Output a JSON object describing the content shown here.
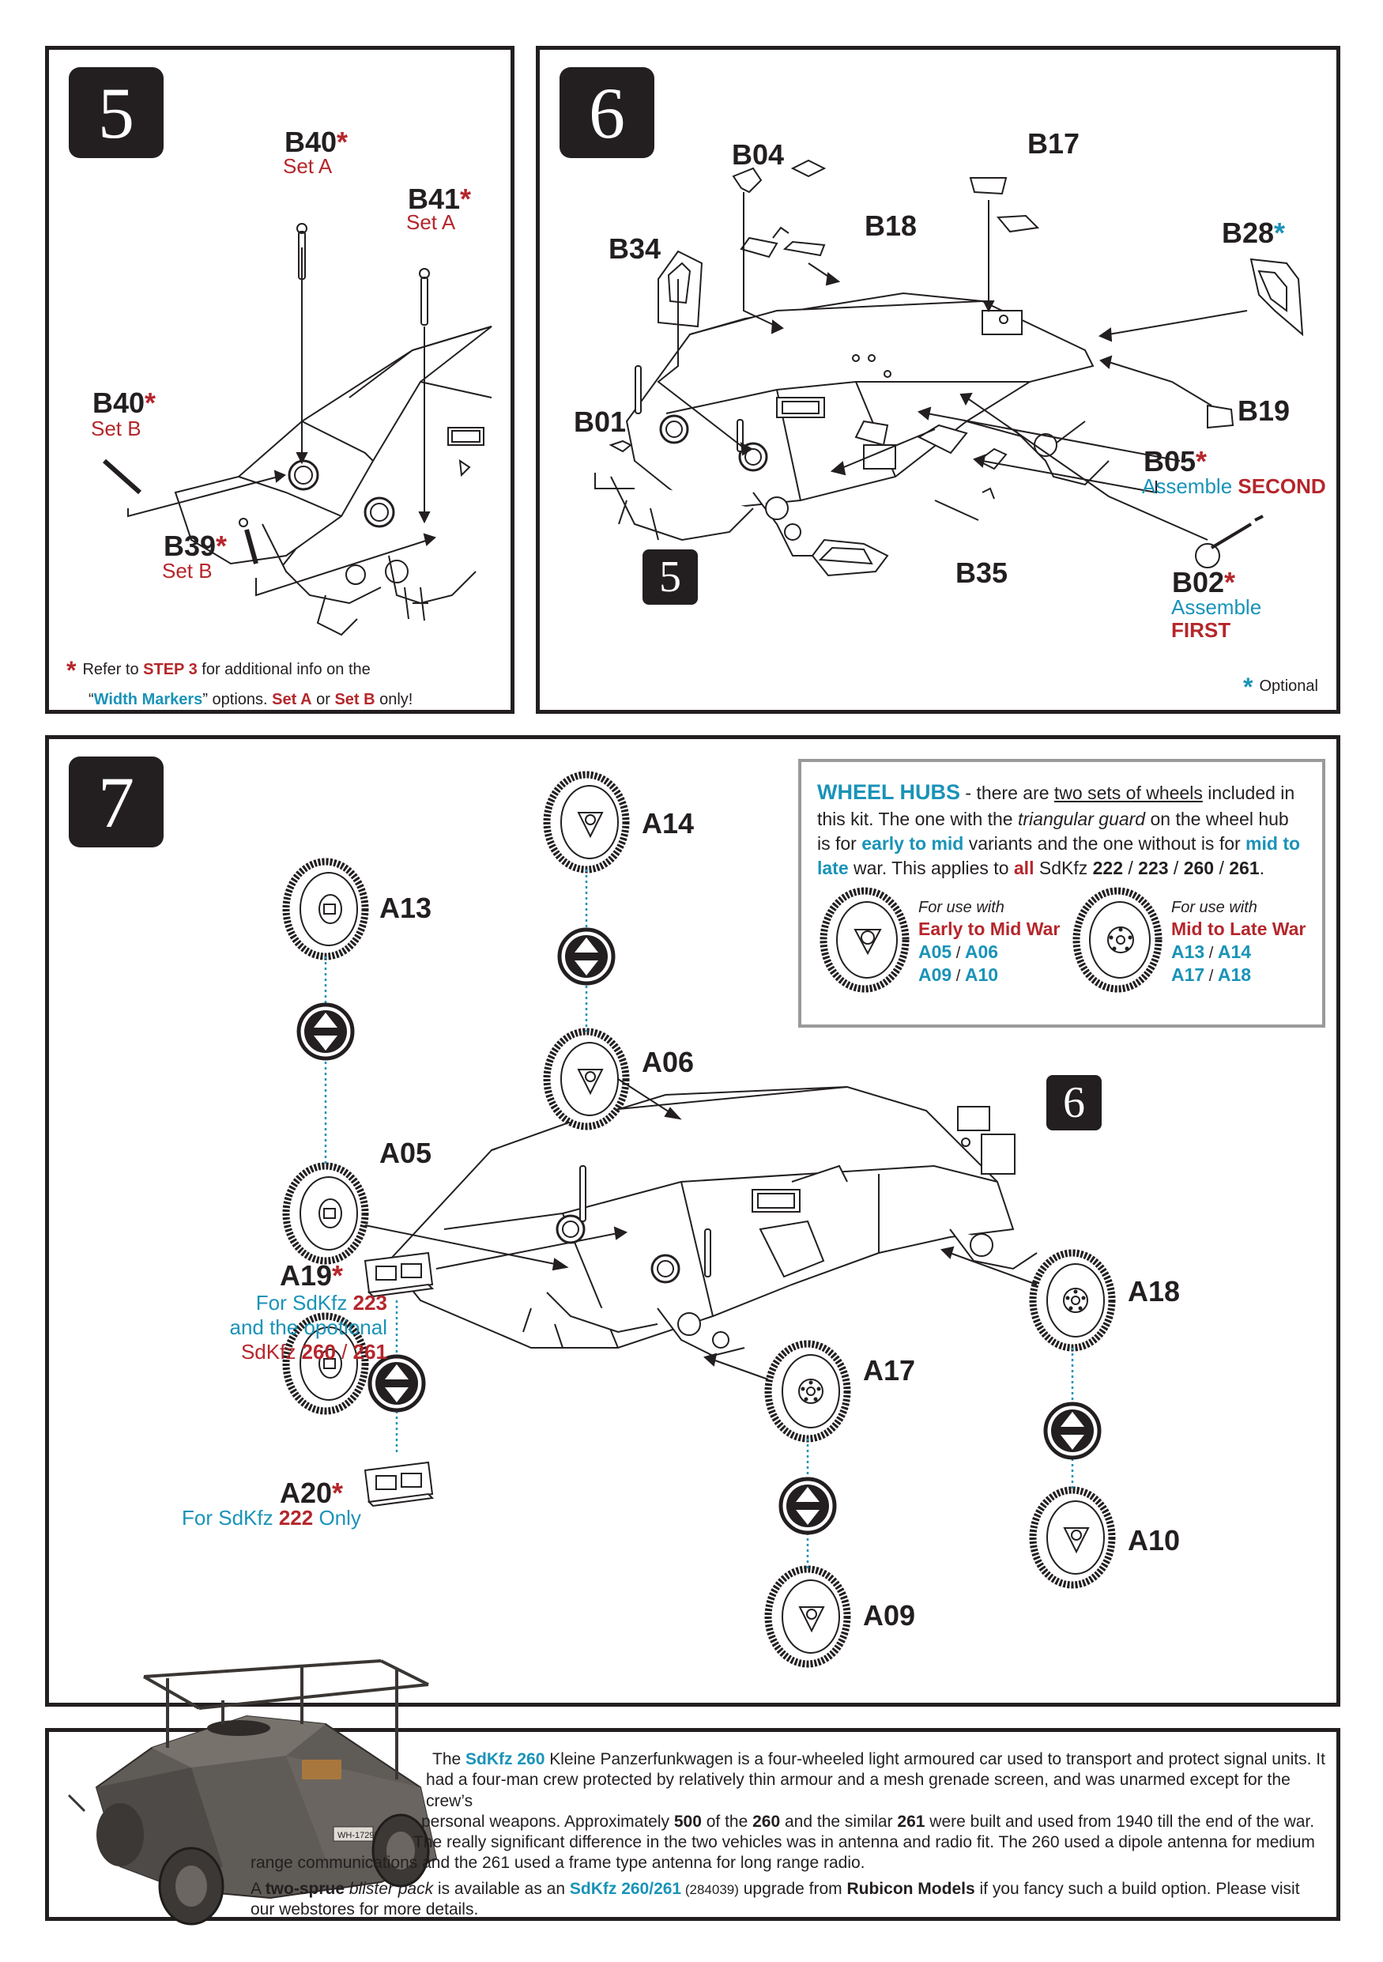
{
  "step5": {
    "number": "5",
    "parts": {
      "b40_top": {
        "code": "B40",
        "note": "Set A"
      },
      "b41": {
        "code": "B41",
        "note": "Set A"
      },
      "b40_left": {
        "code": "B40",
        "note": "Set B"
      },
      "b39": {
        "code": "B39",
        "note": "Set B"
      }
    },
    "footnote": {
      "t1": "Refer to ",
      "t2": "STEP 3",
      "t3": " for additional info on the",
      "t4": "“",
      "t5": "Width Markers",
      "t6": "” options. ",
      "t7": "Set A",
      "t8": " or ",
      "t9": "Set B",
      "t10": " only!"
    }
  },
  "step6": {
    "number": "6",
    "inset_number": "5",
    "parts": {
      "b04": "B04",
      "b17": "B17",
      "b18": "B18",
      "b28": "B28",
      "b34": "B34",
      "b01": "B01",
      "b19": "B19",
      "b35": "B35",
      "b05": {
        "code": "B05",
        "note1": "Assemble ",
        "note2": "SECOND"
      },
      "b02": {
        "code": "B02",
        "note1": "Assemble",
        "note2": "FIRST"
      }
    },
    "optional_label": "Optional"
  },
  "step7": {
    "number": "7",
    "inset_number": "6",
    "wheels": {
      "a13": "A13",
      "a14": "A14",
      "a05": "A05",
      "a06": "A06",
      "a17": "A17",
      "a18": "A18",
      "a09": "A09",
      "a10": "A10"
    },
    "a19": {
      "code": "A19",
      "l1a": "For SdKfz ",
      "l1b": "223",
      "l2": "and the opotional",
      "l3a": "SdKfz ",
      "l3b": "260",
      "l3c": " / ",
      "l3d": "261"
    },
    "a20": {
      "code": "A20",
      "l1a": "For SdKfz ",
      "l1b": "222",
      "l1c": " Only"
    },
    "wheel_hubs": {
      "title": "WHEEL HUBS",
      "t1": " - there are ",
      "t2": "two sets of wheels",
      "t3": " included in",
      "t4": "this kit.  The one with the ",
      "t5": "triangular guard",
      "t6": " on the wheel hub",
      "t7": "is for ",
      "t8": "early to mid",
      "t9": " variants and the one without is for ",
      "t10": "mid to",
      "t11": "late",
      "t12": " war.  This applies to ",
      "t13": "all",
      "t14": " SdKfz ",
      "t15": "222",
      "t16": " / ",
      "t17": "223",
      "t18": " / ",
      "t19": "260",
      "t20": " / ",
      "t21": "261",
      "t22": ".",
      "early": {
        "for_use": "For use with",
        "title": "Early to Mid War",
        "p1": "A05",
        "p2": "A06",
        "p3": "A09",
        "p4": "A10",
        "sep": " / "
      },
      "late": {
        "for_use": "For use with",
        "title": "Mid to Late War",
        "p1": "A13",
        "p2": "A14",
        "p3": "A17",
        "p4": "A18",
        "sep": " / "
      }
    }
  },
  "info": {
    "l1a": "The ",
    "l1b": "SdKfz 260",
    "l1c": " Kleine Panzerfunkwagen is a four-wheeled light armoured car used to transport and protect signal units.  It",
    "l2": "had a four-man crew protected by relatively thin armour and a mesh grenade screen, and was unarmed except for the crew’s",
    "l3a": "personal weapons.  Approximately ",
    "l3b": "500",
    "l3c": " of the ",
    "l3d": "260",
    "l3e": " and the similar ",
    "l3f": "261",
    "l3g": " were built and used from 1940 till the end of the war.",
    "l4": "The really significant difference in the two vehicles was in antenna and radio fit.  The 260 used a dipole antenna for medium",
    "l5": "range communications and the 261 used a frame type antenna for long range radio.",
    "l6a": "A ",
    "l6b": "two-sprue",
    "l6c": " ",
    "l6d": "blister pack",
    "l6e": " is available as an ",
    "l6f": "SdKfz 260/261",
    "l6g": " (284039)",
    "l6h": " upgrade from ",
    "l6i": "Rubicon Models",
    "l6j": " if you fancy such a build option.  Please visit",
    "l7": "our webstores for more details.",
    "plate": "WH-1729B"
  },
  "colors": {
    "red": "#b5262b",
    "blue": "#1a93b8",
    "dark": "#231f20"
  }
}
